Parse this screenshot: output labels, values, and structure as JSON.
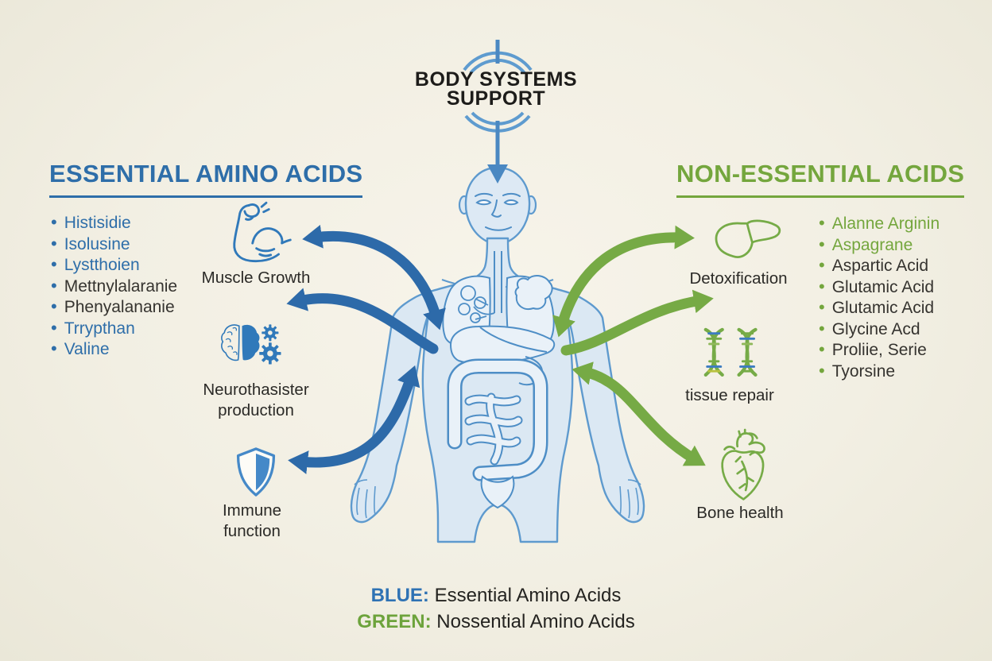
{
  "header": {
    "line1": "BODY SYSTEMS",
    "line2": "SUPPORT"
  },
  "left_panel": {
    "title": "ESSENTIAL AMINO ACIDS",
    "items": [
      {
        "label": "Histisidie",
        "color": "blue"
      },
      {
        "label": "Isolusine",
        "color": "blue"
      },
      {
        "label": "Lystthoien",
        "color": "blue"
      },
      {
        "label": "Mettnylalaranie",
        "color": "dark"
      },
      {
        "label": "Phenyalananie",
        "color": "dark"
      },
      {
        "label": "Trrypthan",
        "color": "blue"
      },
      {
        "label": "Valine",
        "color": "blue"
      }
    ]
  },
  "right_panel": {
    "title": "NON-ESSENTIAL ACIDS",
    "items": [
      {
        "label": "Alanne Arginin",
        "color": "green"
      },
      {
        "label": "Aspagrane",
        "color": "green"
      },
      {
        "label": "Aspartic Acid",
        "color": "dark"
      },
      {
        "label": "Glutamic Acid",
        "color": "dark"
      },
      {
        "label": "Glutamic Acid",
        "color": "dark"
      },
      {
        "label": "Glycine Acd",
        "color": "dark"
      },
      {
        "label": "Proliie, Serie",
        "color": "dark"
      },
      {
        "label": "Tyorsine",
        "color": "dark"
      }
    ]
  },
  "left_functions": [
    {
      "icon": "bicep-icon",
      "label": "Muscle Growth"
    },
    {
      "icon": "brain-gears-icon",
      "label": "Neurothasister production"
    },
    {
      "icon": "shield-icon",
      "label": "Immune function"
    }
  ],
  "right_functions": [
    {
      "icon": "liver-icon",
      "label": "Detoxification"
    },
    {
      "icon": "dna-icon",
      "label": "tissue repair"
    },
    {
      "icon": "heart-icon",
      "label": "Bone health"
    }
  ],
  "legend": {
    "blue_key": "BLUE:",
    "blue_value": "Essential Amino Acids",
    "green_key": "GREEN:",
    "green_value": "Nossential Amino Acids"
  },
  "colors": {
    "blue": "#2e6ea9",
    "green": "#74a63d",
    "dark": "#35332f",
    "background": "#f2efe3",
    "body_blue": "#5e9ace",
    "arrow_blue": "#2d6aa9",
    "arrow_green": "#76aa45"
  }
}
